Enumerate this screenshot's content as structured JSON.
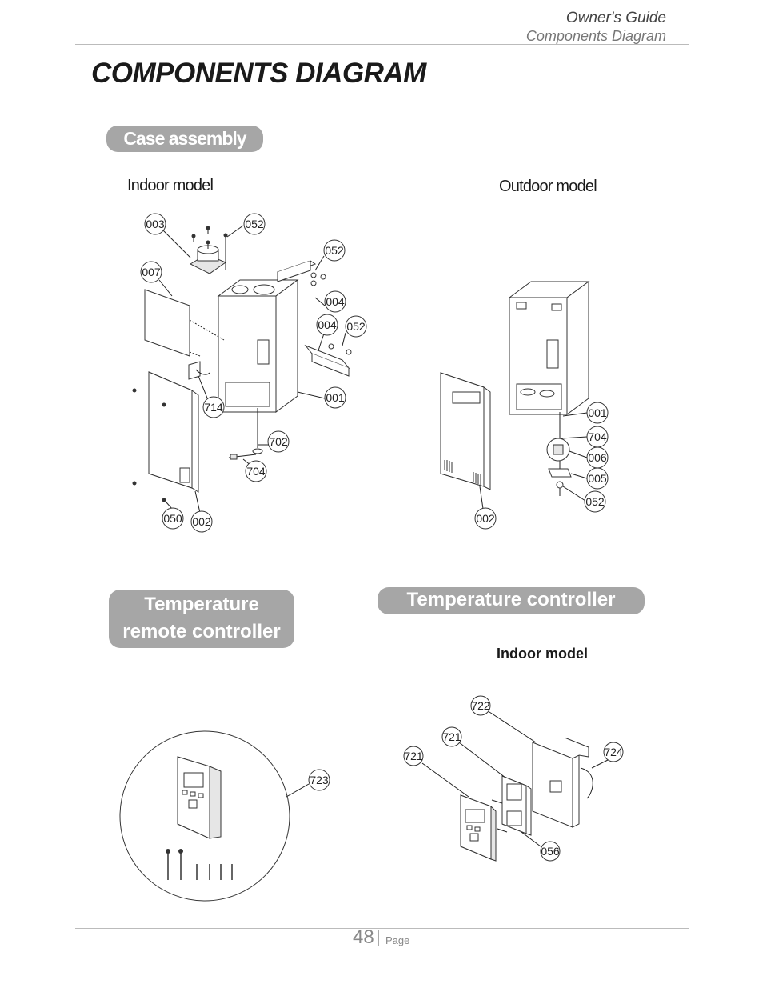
{
  "header": {
    "guide": "Owner's Guide",
    "section": "Components Diagram"
  },
  "title": "COMPONENTS DIAGRAM",
  "sections": {
    "case_assembly": "Case assembly",
    "remote_controller": [
      "Temperature",
      "remote controller"
    ],
    "temperature_controller": "Temperature controller"
  },
  "subtitles": {
    "indoor": "Indoor model",
    "outdoor": "Outdoor model",
    "tc_indoor": "Indoor model"
  },
  "callouts": {
    "indoor": [
      "003",
      "052",
      "052",
      "007",
      "004",
      "004",
      "052",
      "001",
      "714",
      "702",
      "704",
      "050",
      "002"
    ],
    "outdoor": [
      "001",
      "704",
      "006",
      "005",
      "052",
      "002"
    ],
    "remote": [
      "723"
    ],
    "tc": [
      "722",
      "721",
      "721",
      "724",
      "056"
    ]
  },
  "footer": {
    "page_number": "48",
    "page_word": "Page"
  }
}
